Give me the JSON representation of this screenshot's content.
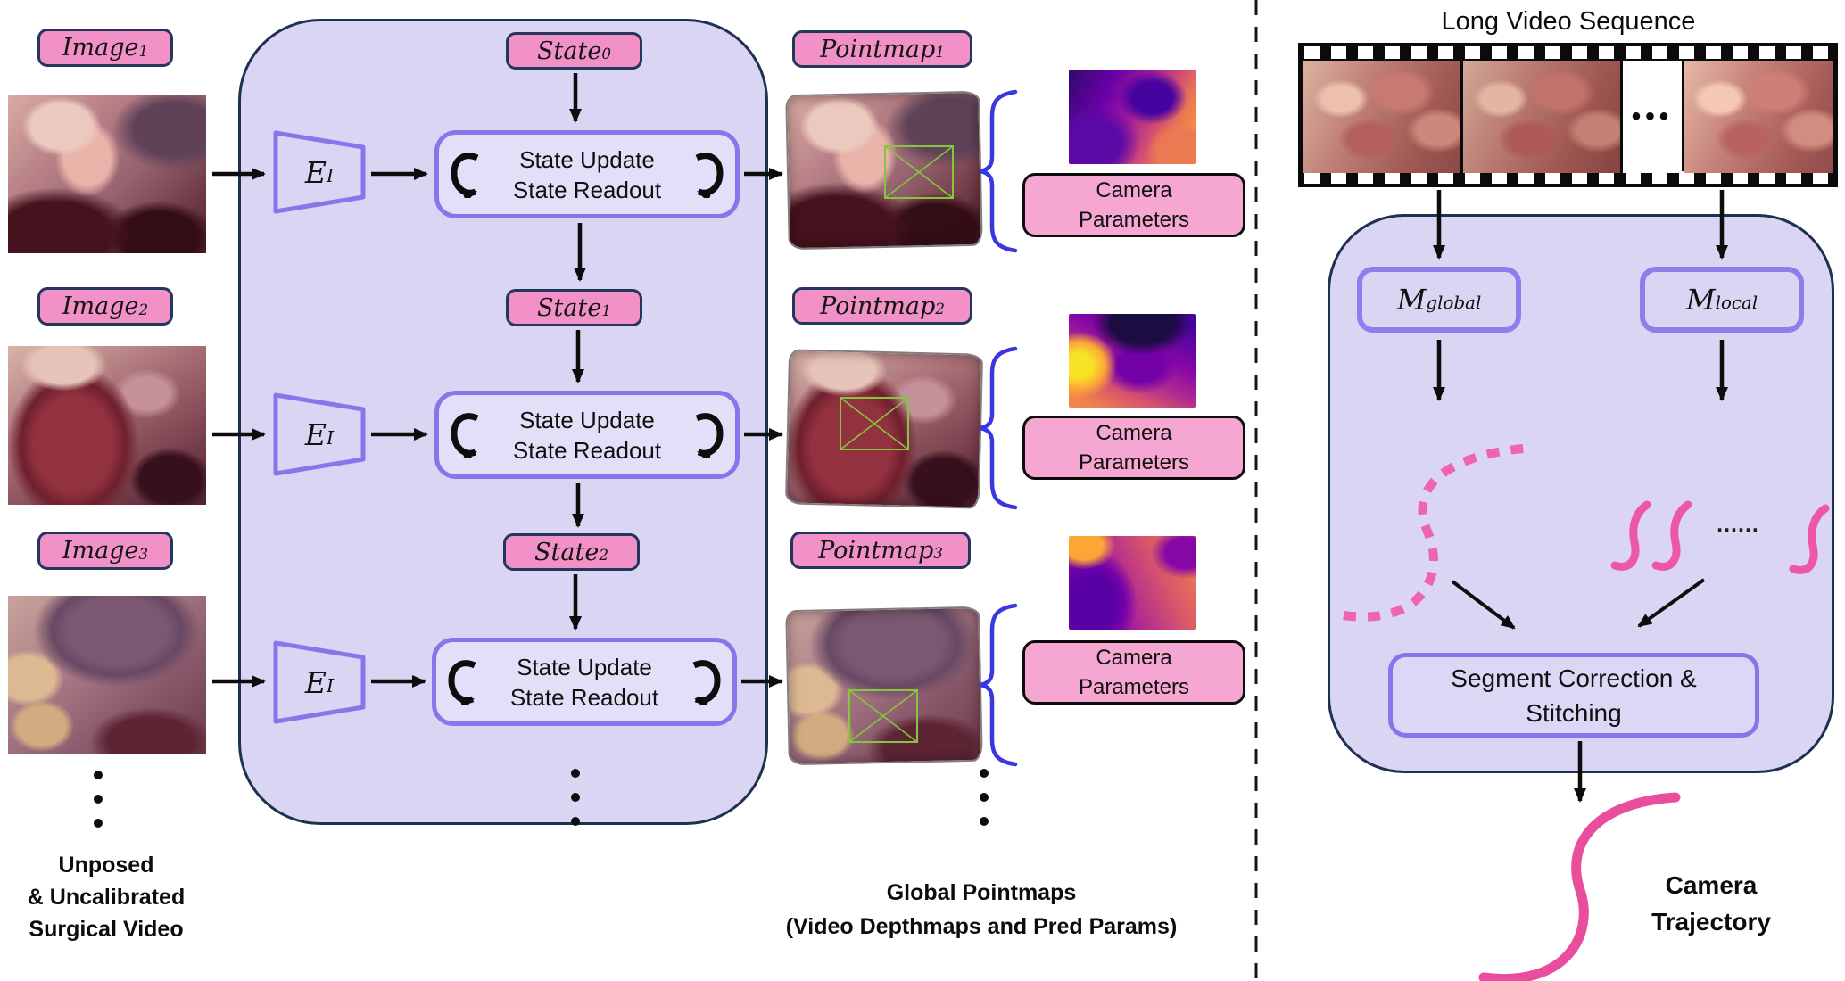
{
  "colors": {
    "panel_lavender": "#DBD5F4",
    "box_purple_border": "#8577EA",
    "label_pink": "#F291C7",
    "camera_box_pink": "#F5A6D1",
    "navy_border": "#24365C",
    "brace_blue": "#3A36E0",
    "curve_pink": "#EC58A5",
    "frustum_green": "#86C53E"
  },
  "left": {
    "images": [
      {
        "base": "Image",
        "sub": "1"
      },
      {
        "base": "Image",
        "sub": "2"
      },
      {
        "base": "Image",
        "sub": "3"
      }
    ],
    "caption": [
      "Unposed",
      "& Uncalibrated",
      "Surgical Video"
    ]
  },
  "pipeline": {
    "encoder": {
      "base": "E",
      "sub": "I"
    },
    "states": [
      {
        "base": "State",
        "sub": "0"
      },
      {
        "base": "State",
        "sub": "1"
      },
      {
        "base": "State",
        "sub": "2"
      }
    ],
    "update_box": {
      "line1": "State Update",
      "line2": "State Readout"
    }
  },
  "outputs": {
    "pointmaps": [
      {
        "base": "Pointmap",
        "sub": "1"
      },
      {
        "base": "Pointmap",
        "sub": "2"
      },
      {
        "base": "Pointmap",
        "sub": "3"
      }
    ],
    "camera_params": {
      "line1": "Camera",
      "line2": "Parameters"
    },
    "caption": [
      "Global Pointmaps",
      "(Video Depthmaps and Pred Params)"
    ]
  },
  "right": {
    "title": "Long Video Sequence",
    "film_dots": "•••",
    "m_global": {
      "base": "M",
      "sub": "global"
    },
    "m_local": {
      "base": "M",
      "sub": "local"
    },
    "curve_dots": "......",
    "segment_box": {
      "line1": "Segment Correction &",
      "line2": "Stitching"
    },
    "trajectory": [
      "Camera",
      "Trajectory"
    ]
  }
}
